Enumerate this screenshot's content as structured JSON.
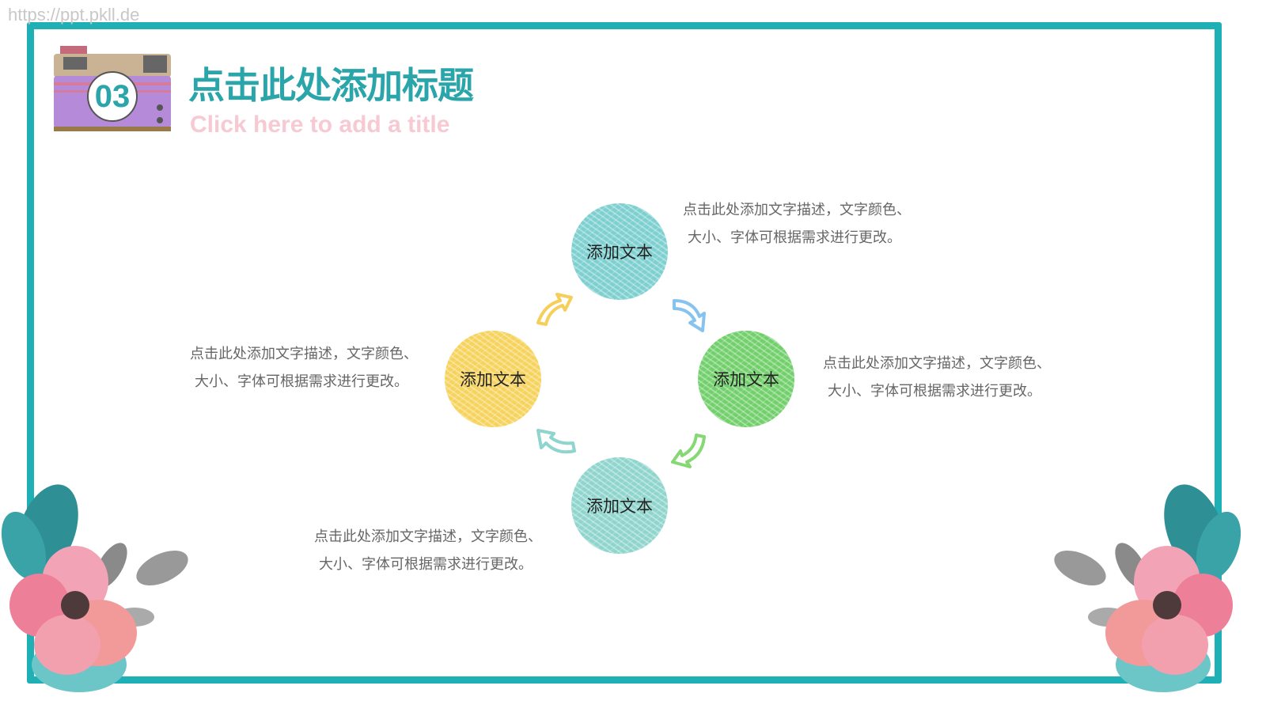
{
  "watermark": "https://ppt.pkll.de",
  "header": {
    "number": "03",
    "title": "点击此处添加标题",
    "subtitle": "Click here to add a title"
  },
  "colors": {
    "frame": "#1fb0b5",
    "title": "#2aa5aa",
    "subtitle": "#f6c9d3"
  },
  "nodes": [
    {
      "label": "添加文本",
      "color": "#7dcfd0"
    },
    {
      "label": "添加文本",
      "color": "#f6d35c"
    },
    {
      "label": "添加文本",
      "color": "#72d06c"
    },
    {
      "label": "添加文本",
      "color": "#8fd5cd"
    }
  ],
  "descriptions": [
    {
      "line1": "点击此处添加文字描述，文字颜色、",
      "line2": "大小、字体可根据需求进行更改。"
    },
    {
      "line1": "点击此处添加文字描述，文字颜色、",
      "line2": "大小、字体可根据需求进行更改。"
    },
    {
      "line1": "点击此处添加文字描述，文字颜色、",
      "line2": "大小、字体可根据需求进行更改。"
    },
    {
      "line1": "点击此处添加文字描述，文字颜色、",
      "line2": "大小、字体可根据需求进行更改。"
    }
  ],
  "icons": [
    "camera-icon",
    "curved-arrow-icon",
    "flower-decoration"
  ]
}
